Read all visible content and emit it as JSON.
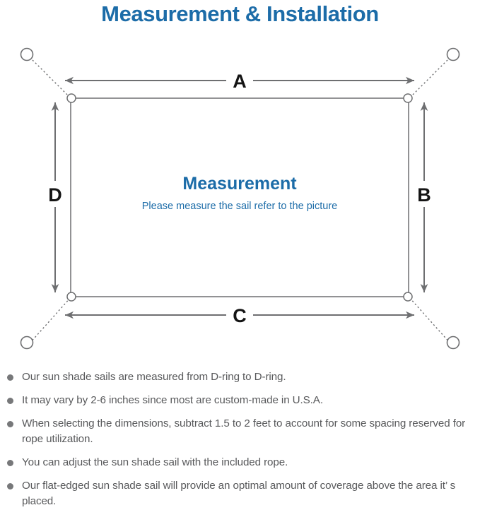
{
  "page": {
    "title": "Measurement & Installation",
    "title_color": "#1C6CA8",
    "background": "#ffffff"
  },
  "diagram": {
    "type": "measurement-diagram",
    "sail_label_main": "Measurement",
    "sail_label_sub": "Please measure the sail refer to the picture",
    "label_color": "#1C6CA8",
    "stroke_color": "#6E6F71",
    "dimension_labels": {
      "top": "A",
      "right": "B",
      "bottom": "C",
      "left": "D"
    },
    "dimension_label_color": "#141414",
    "anchor_point_count": 4,
    "d_ring_count": 4,
    "rope_line_style": "dotted"
  },
  "notes": {
    "bullet_color": "#77787A",
    "text_color": "#58595B",
    "items": [
      "Our sun shade sails are measured from D-ring to D-ring.",
      "It may vary by 2-6 inches since most are custom-made in U.S.A.",
      "When selecting the dimensions, subtract 1.5 to 2 feet to account for some spacing reserved for rope utilization.",
      "You can adjust the sun shade sail with the included rope.",
      "Our flat-edged sun shade sail will provide an optimal amount of coverage above the area it’ s placed."
    ]
  }
}
